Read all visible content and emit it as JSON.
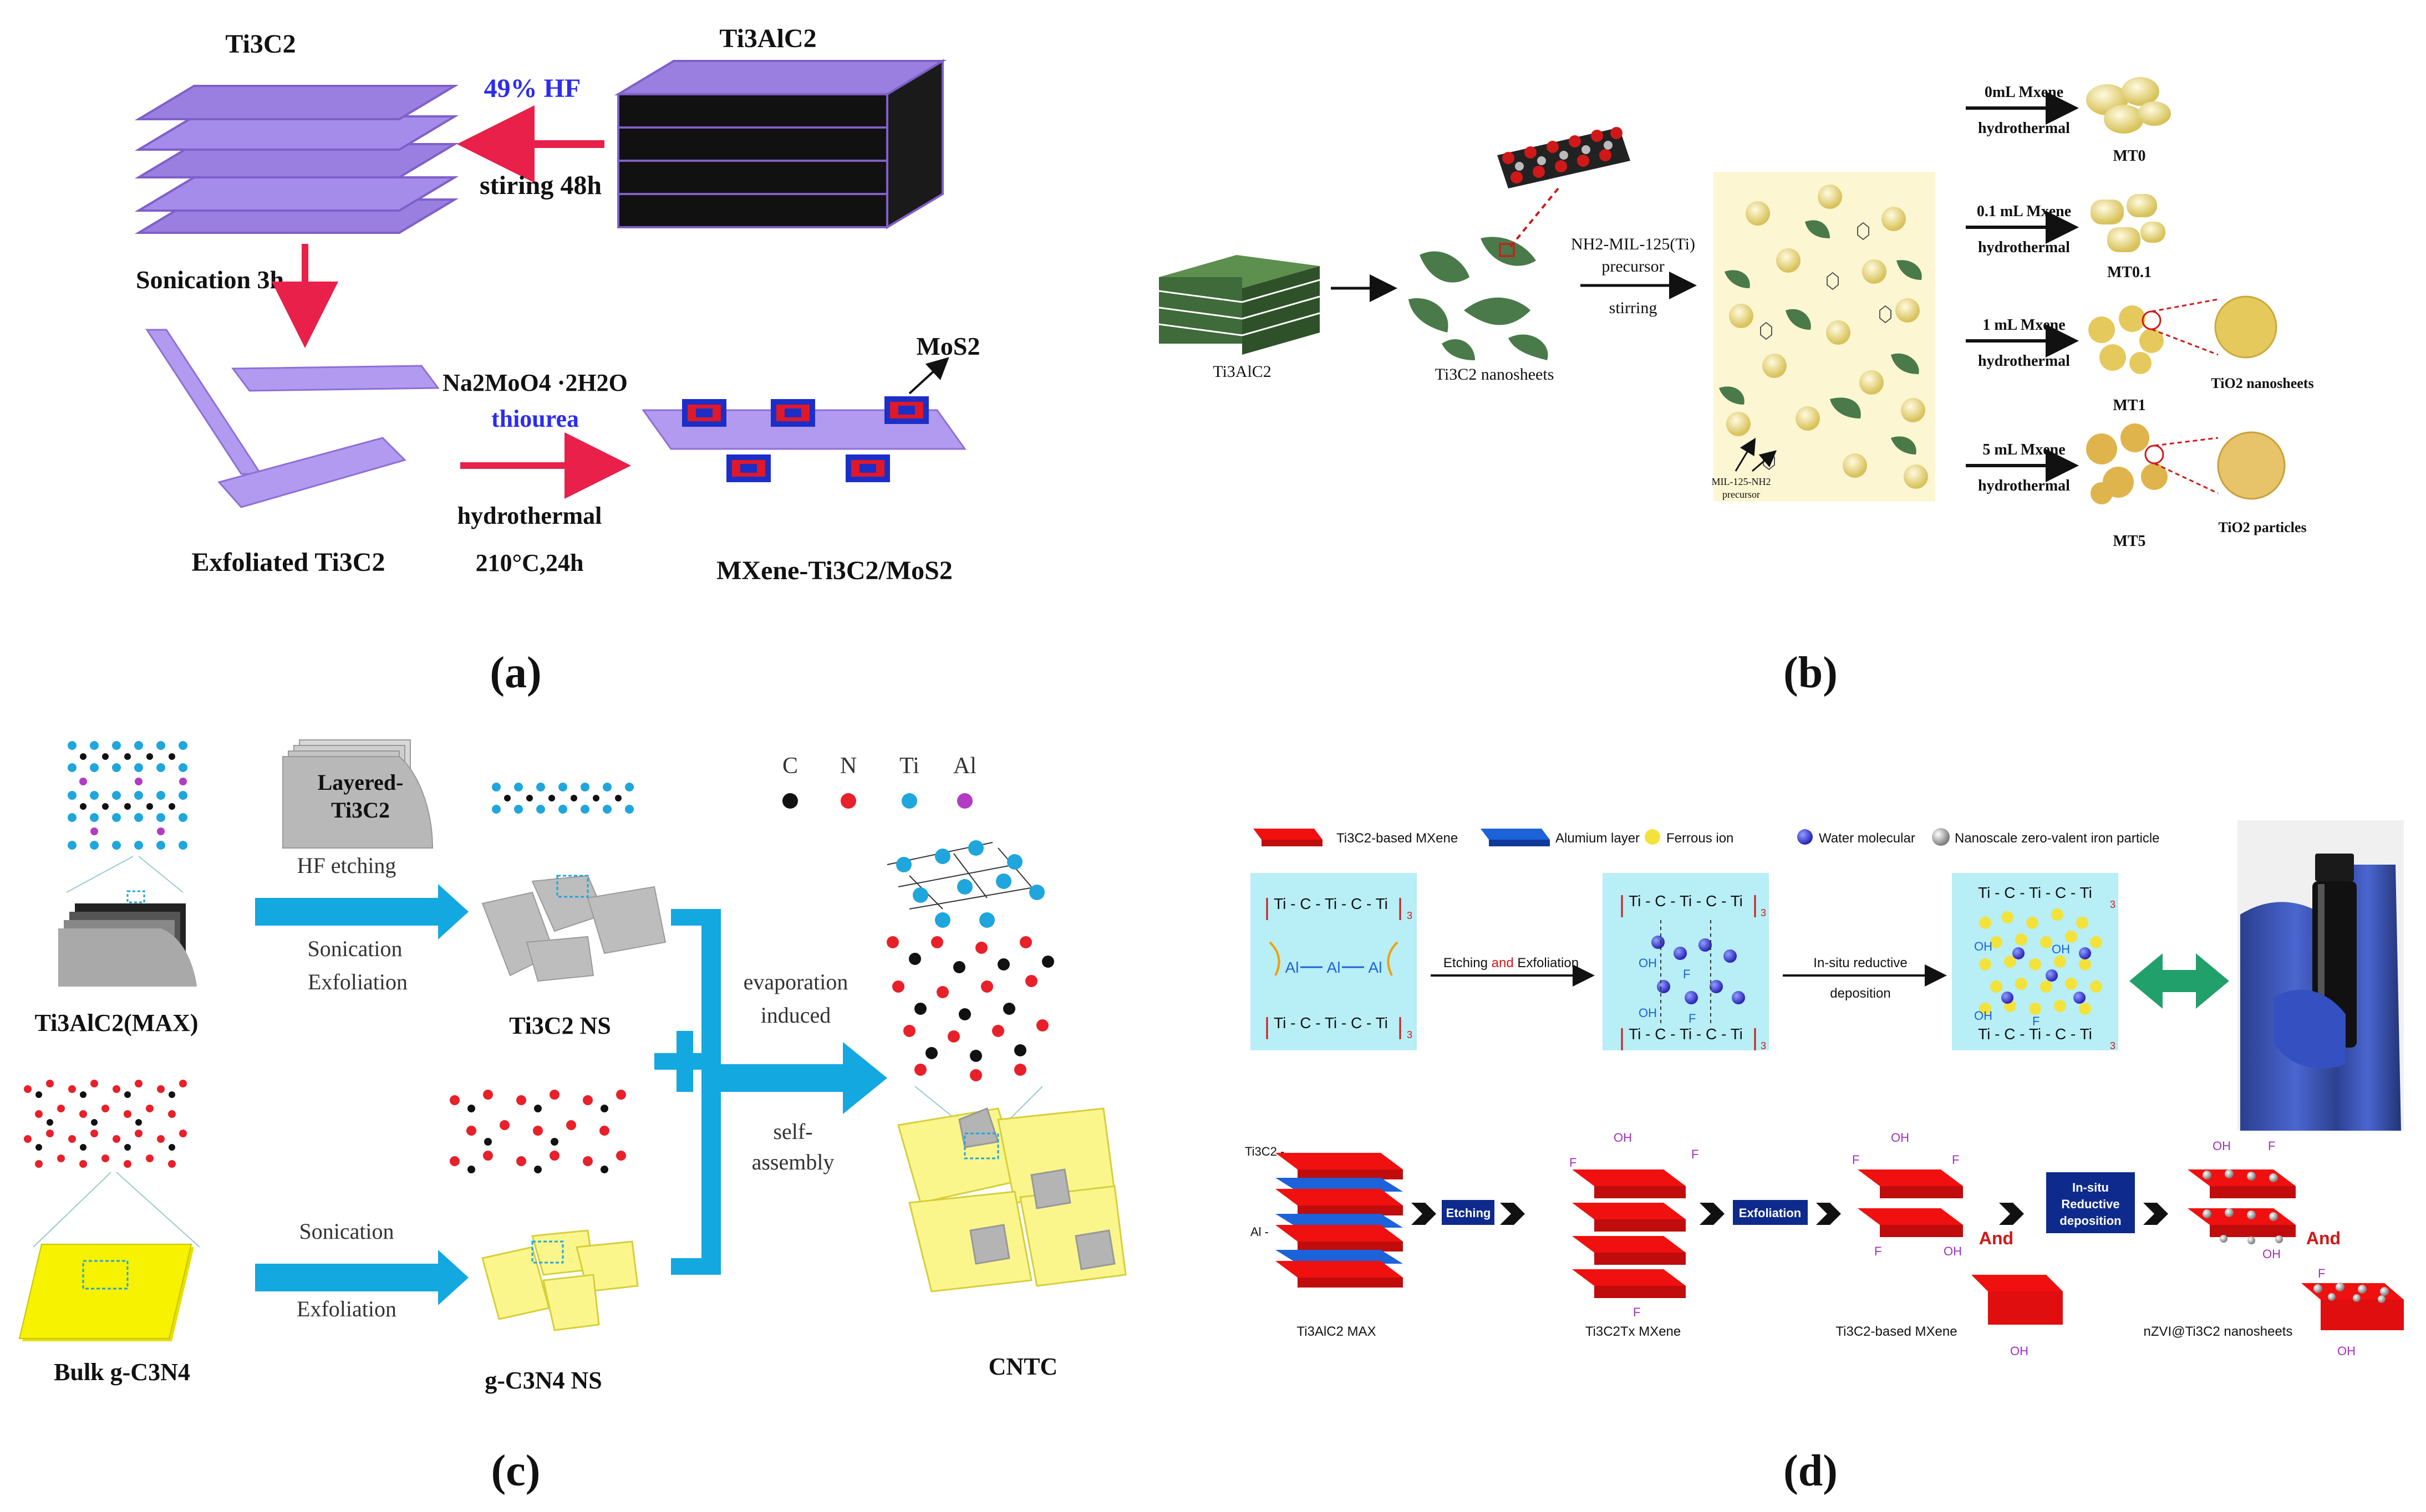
{
  "panel_a": {
    "caption": "(a)",
    "ti3c2_label": "Ti3C2",
    "ti3alc2_label": "Ti3AlC2",
    "hf_label": "49% HF",
    "stirring_label": "stiring 48h",
    "sonication_label": "Sonication 3h",
    "exfoliated_label": "Exfoliated Ti3C2",
    "reagent_label": "Na2MoO4 ·2H2O",
    "thiourea_label": "thiourea",
    "hydrothermal_label": "hydrothermal",
    "temp_label": "210°C,24h",
    "mos2_label": "MoS2",
    "product_label": "MXene-Ti3C2/MoS2",
    "colors": {
      "layer": "#9b7fe0",
      "layer_edge": "#7f5fc9",
      "max_dark": "#111111",
      "arrow": "#e8204a",
      "hf_text": "#2c2cf0"
    }
  },
  "panel_b": {
    "caption": "(b)",
    "ti3alc2_label": "Ti3AlC2",
    "nanosheets_label": "Ti3C2 nanosheets",
    "precursor_label_line1": "NH2-MIL-125(Ti)",
    "precursor_label_line2": "precursor",
    "stirring_label": "stirring",
    "mil_label_line1": "MIL-125-NH2",
    "mil_label_line2": "precursor",
    "conditions": [
      {
        "volume": "0mL Mxene",
        "process": "hydrothermal",
        "product": "MT0"
      },
      {
        "volume": "0.1 mL Mxene",
        "process": "hydrothermal",
        "product": "MT0.1"
      },
      {
        "volume": "1 mL Mxene",
        "process": "hydrothermal",
        "product": "MT1"
      },
      {
        "volume": "5 mL Mxene",
        "process": "hydrothermal",
        "product": "MT5"
      }
    ],
    "tio2_nanosheets_label": "TiO2 nanosheets",
    "tio2_particles_label": "TiO2 particles",
    "colors": {
      "green": "#3f6a3a",
      "sphere": "#efe39a",
      "box": "#fdf6d2"
    }
  },
  "panel_c": {
    "caption": "(c)",
    "legend": [
      {
        "label": "C",
        "color": "#111111"
      },
      {
        "label": "N",
        "color": "#e8202a"
      },
      {
        "label": "Ti",
        "color": "#1fa6dc"
      },
      {
        "label": "Al",
        "color": "#b23bc4"
      }
    ],
    "layered_label_line1": "Layered-",
    "layered_label_line2": "Ti3C2",
    "hf_etching_label": "HF etching",
    "sonication_label": "Sonication",
    "exfoliation_label": "Exfoliation",
    "max_label": "Ti3AlC2(MAX)",
    "ti3c2_ns_label": "Ti3C2 NS",
    "evaporation_label_line1": "evaporation",
    "evaporation_label_line2": "induced",
    "self_assembly_line1": "self-",
    "self_assembly_line2": "assembly",
    "bulk_label": "Bulk g-C3N4",
    "sonication2_label": "Sonication",
    "exfoliation2_label": "Exfoliation",
    "gc3n4_ns_label": "g-C3N4 NS",
    "cntc_label": "CNTC",
    "colors": {
      "arrow": "#13a8e0",
      "yellow": "#f6f200",
      "gray": "#a9a9a9"
    }
  },
  "panel_d": {
    "caption": "(d)",
    "legend": [
      {
        "label": "Ti3C2-based MXene",
        "icon": "red-slab-icon"
      },
      {
        "label": "Alumium layer",
        "icon": "blue-slab-icon"
      },
      {
        "label": "Ferrous ion",
        "icon": "yellow-ball-icon"
      },
      {
        "label": "Water molecular",
        "icon": "water-molecule-icon"
      },
      {
        "label": "Nanoscale zero-valent iron particle",
        "icon": "silver-ball-icon"
      }
    ],
    "chain_label": "Ti - C - Ti - C - Ti",
    "al_label": "Al",
    "etching_and_exfoliation": {
      "part1": "Etching ",
      "part2": "and",
      "part3": " Exfoliation"
    },
    "insitu_line1": "In-situ reductive",
    "insitu_line2": "deposition",
    "oh_label": "OH",
    "f_label": "F",
    "subscript_3": "3",
    "ti3c2_side_label": "Ti3C2 -",
    "al_side_label": "Al -",
    "etching_box": "Etching",
    "exfoliation_box": "Exfoliation",
    "reductive_box_line1": "In-situ",
    "reductive_box_line2": "Reductive",
    "reductive_box_line3": "deposition",
    "and_label": "And",
    "max_label": "Ti3AlC2 MAX",
    "mxene_label": "Ti3C2Tx MXene",
    "based_label": "Ti3C2-based MXene",
    "nzvi_label": "nZVI@Ti3C2 nanosheets",
    "colors": {
      "red": "#f01010",
      "blue": "#1c62d8",
      "panel": "#b8eef5",
      "navy": "#0e2a8c",
      "green_arrow": "#22a06b"
    }
  }
}
